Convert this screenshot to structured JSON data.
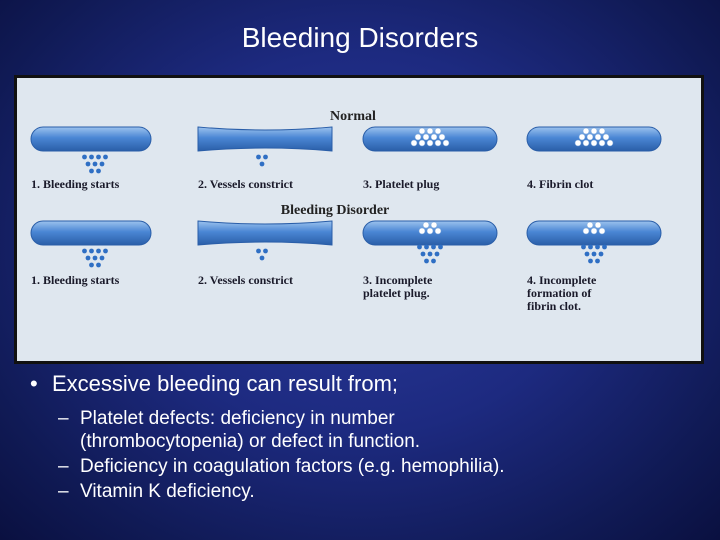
{
  "title": "Bleeding Disorders",
  "figure": {
    "heading_normal": "Normal",
    "heading_disorder": "Bleeding Disorder",
    "normal_steps": [
      "1. Bleeding starts",
      "2. Vessels constrict",
      "3. Platelet plug",
      "4. Fibrin clot"
    ],
    "disorder_steps": [
      [
        "1. Bleeding starts"
      ],
      [
        "2. Vessels constrict"
      ],
      [
        "3. Incomplete",
        "platelet plug."
      ],
      [
        "4. Incomplete",
        "formation of",
        "fibrin clot."
      ]
    ],
    "colors": {
      "vessel": "#4a86d4",
      "blood": "#2f6fc4",
      "platelet": "#ffffff",
      "background": "#dfe7ef"
    }
  },
  "bullet_main": "Excessive bleeding can result from;",
  "bullet_char": "•",
  "dash_char": "–",
  "sub_bullets": [
    [
      "Platelet defects: deficiency in number",
      "(thrombocytopenia) or defect in function."
    ],
    [
      "Deficiency in coagulation factors (e.g. hemophilia)."
    ],
    [
      "Vitamin K deficiency."
    ]
  ]
}
